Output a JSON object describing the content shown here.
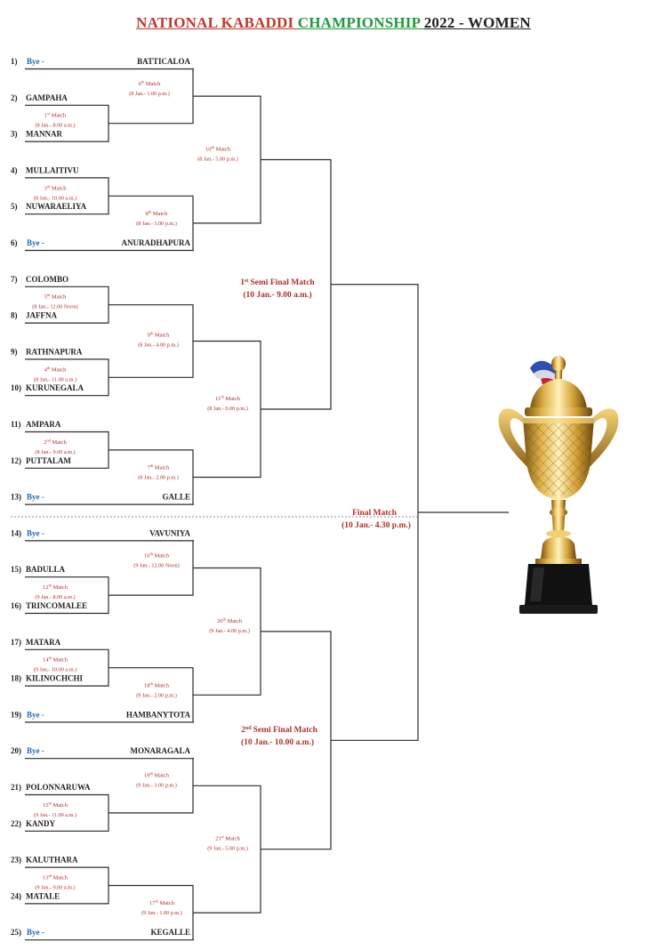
{
  "title": {
    "part1": "NATIONAL KABADDI ",
    "part2": "CHAMPIONSHIP ",
    "part3": "2022 - WOMEN"
  },
  "bye_label": "Bye -",
  "teams": [
    {
      "num": "1)",
      "name": "",
      "opp": "BATTICALOA",
      "bye": true
    },
    {
      "num": "2)",
      "name": "GAMPAHA"
    },
    {
      "num": "3)",
      "name": "MANNAR"
    },
    {
      "num": "4)",
      "name": "MULLAITIVU"
    },
    {
      "num": "5)",
      "name": "NUWARAELIYA"
    },
    {
      "num": "6)",
      "name": "",
      "opp": "ANURADHAPURA",
      "bye": true
    },
    {
      "num": "7)",
      "name": "COLOMBO"
    },
    {
      "num": "8)",
      "name": "JAFFNA"
    },
    {
      "num": "9)",
      "name": "RATHNAPURA"
    },
    {
      "num": "10)",
      "name": "KURUNEGALA"
    },
    {
      "num": "11)",
      "name": "AMPARA"
    },
    {
      "num": "12)",
      "name": "PUTTALAM"
    },
    {
      "num": "13)",
      "name": "",
      "opp": "GALLE",
      "bye": true
    },
    {
      "num": "14)",
      "name": "",
      "opp": "VAVUNIYA",
      "bye": true
    },
    {
      "num": "15)",
      "name": "BADULLA"
    },
    {
      "num": "16)",
      "name": "TRINCOMALEE"
    },
    {
      "num": "17)",
      "name": "MATARA"
    },
    {
      "num": "18)",
      "name": "KILINOCHCHI"
    },
    {
      "num": "19)",
      "name": "",
      "opp": "HAMBANYTOTA",
      "bye": true
    },
    {
      "num": "20)",
      "name": "",
      "opp": "MONARAGALA",
      "bye": true
    },
    {
      "num": "21)",
      "name": "POLONNARUWA"
    },
    {
      "num": "22)",
      "name": "KANDY"
    },
    {
      "num": "23)",
      "name": "KALUTHARA"
    },
    {
      "num": "24)",
      "name": "MATALE"
    },
    {
      "num": "25)",
      "name": "",
      "opp": "KEGALLE",
      "bye": true
    }
  ],
  "matches": [
    {
      "id": "m1",
      "num": "1",
      "sup": "st",
      "date": "(8 Jan.- 8.00 a.m.)"
    },
    {
      "id": "m2",
      "num": "2",
      "sup": "nd",
      "date": "(8 Jan.- 9.00 a.m.)"
    },
    {
      "id": "m3",
      "num": "3",
      "sup": "rd",
      "date": "(8 Jan.- 10.00 a.m.)"
    },
    {
      "id": "m4",
      "num": "4",
      "sup": "th",
      "date": "(8 Jan.- 11.00 a.m.)"
    },
    {
      "id": "m5",
      "num": "5",
      "sup": "th",
      "date": "(8 Jan.- 12.00 Noon)"
    },
    {
      "id": "m6",
      "num": "6",
      "sup": "th",
      "date": "(8 Jan.- 1.00 p.m.)"
    },
    {
      "id": "m7",
      "num": "7",
      "sup": "th",
      "date": "(8 Jan.- 2.00 p.m.)"
    },
    {
      "id": "m8",
      "num": "8",
      "sup": "th",
      "date": "(8 Jan.- 3.00 p.m.)"
    },
    {
      "id": "m9",
      "num": "9",
      "sup": "th",
      "date": "(8 Jan.- 4.00 p.m.)"
    },
    {
      "id": "m10",
      "num": "10",
      "sup": "th",
      "date": "(8 Jan.- 5.00 p.m.)"
    },
    {
      "id": "m11",
      "num": "11",
      "sup": "th",
      "date": "(8 Jan.- 6.00 p.m.)"
    },
    {
      "id": "m12",
      "num": "12",
      "sup": "th",
      "date": "(9 Jan.- 8.00 a.m.)"
    },
    {
      "id": "m13",
      "num": "13",
      "sup": "th",
      "date": "(9 Jan.- 9.00 a.m.)"
    },
    {
      "id": "m14",
      "num": "14",
      "sup": "th",
      "date": "(9 Jan.- 10.00 a.m.)"
    },
    {
      "id": "m15",
      "num": "15",
      "sup": "th",
      "date": "(9 Jan.- 11.00 a.m.)"
    },
    {
      "id": "m16",
      "num": "16",
      "sup": "th",
      "date": "(9 Jan.- 12.00 Noon)"
    },
    {
      "id": "m17",
      "num": "17",
      "sup": "th",
      "date": "(9 Jan.- 1.00 p.m.)"
    },
    {
      "id": "m18",
      "num": "18",
      "sup": "th",
      "date": "(9 Jan.- 2.00 p.m.)"
    },
    {
      "id": "m19",
      "num": "19",
      "sup": "th",
      "date": "(9 Jan.- 3.00 p.m.)"
    },
    {
      "id": "m20",
      "num": "20",
      "sup": "th",
      "date": "(9 Jan.- 4.00 p.m.)"
    },
    {
      "id": "m21",
      "num": "21",
      "sup": "st",
      "date": "(9 Jan.- 5.00 p.m.)"
    }
  ],
  "match_word": "Match",
  "semi1": {
    "num": "1",
    "sup": "st",
    "label": "Semi Final Match",
    "date": "(10 Jan.- 9.00 a.m.)"
  },
  "semi2": {
    "num": "2",
    "sup": "nd",
    "label": "Semi Final Match",
    "date": "(10 Jan.- 10.00 a.m.)"
  },
  "final": {
    "label": "Final Match",
    "date": "(10 Jan.- 4.30 p.m.)"
  },
  "colors": {
    "red": "#b0302a",
    "blue": "#1f66b0",
    "dark": "#222222",
    "line": "#2b2b2b"
  }
}
